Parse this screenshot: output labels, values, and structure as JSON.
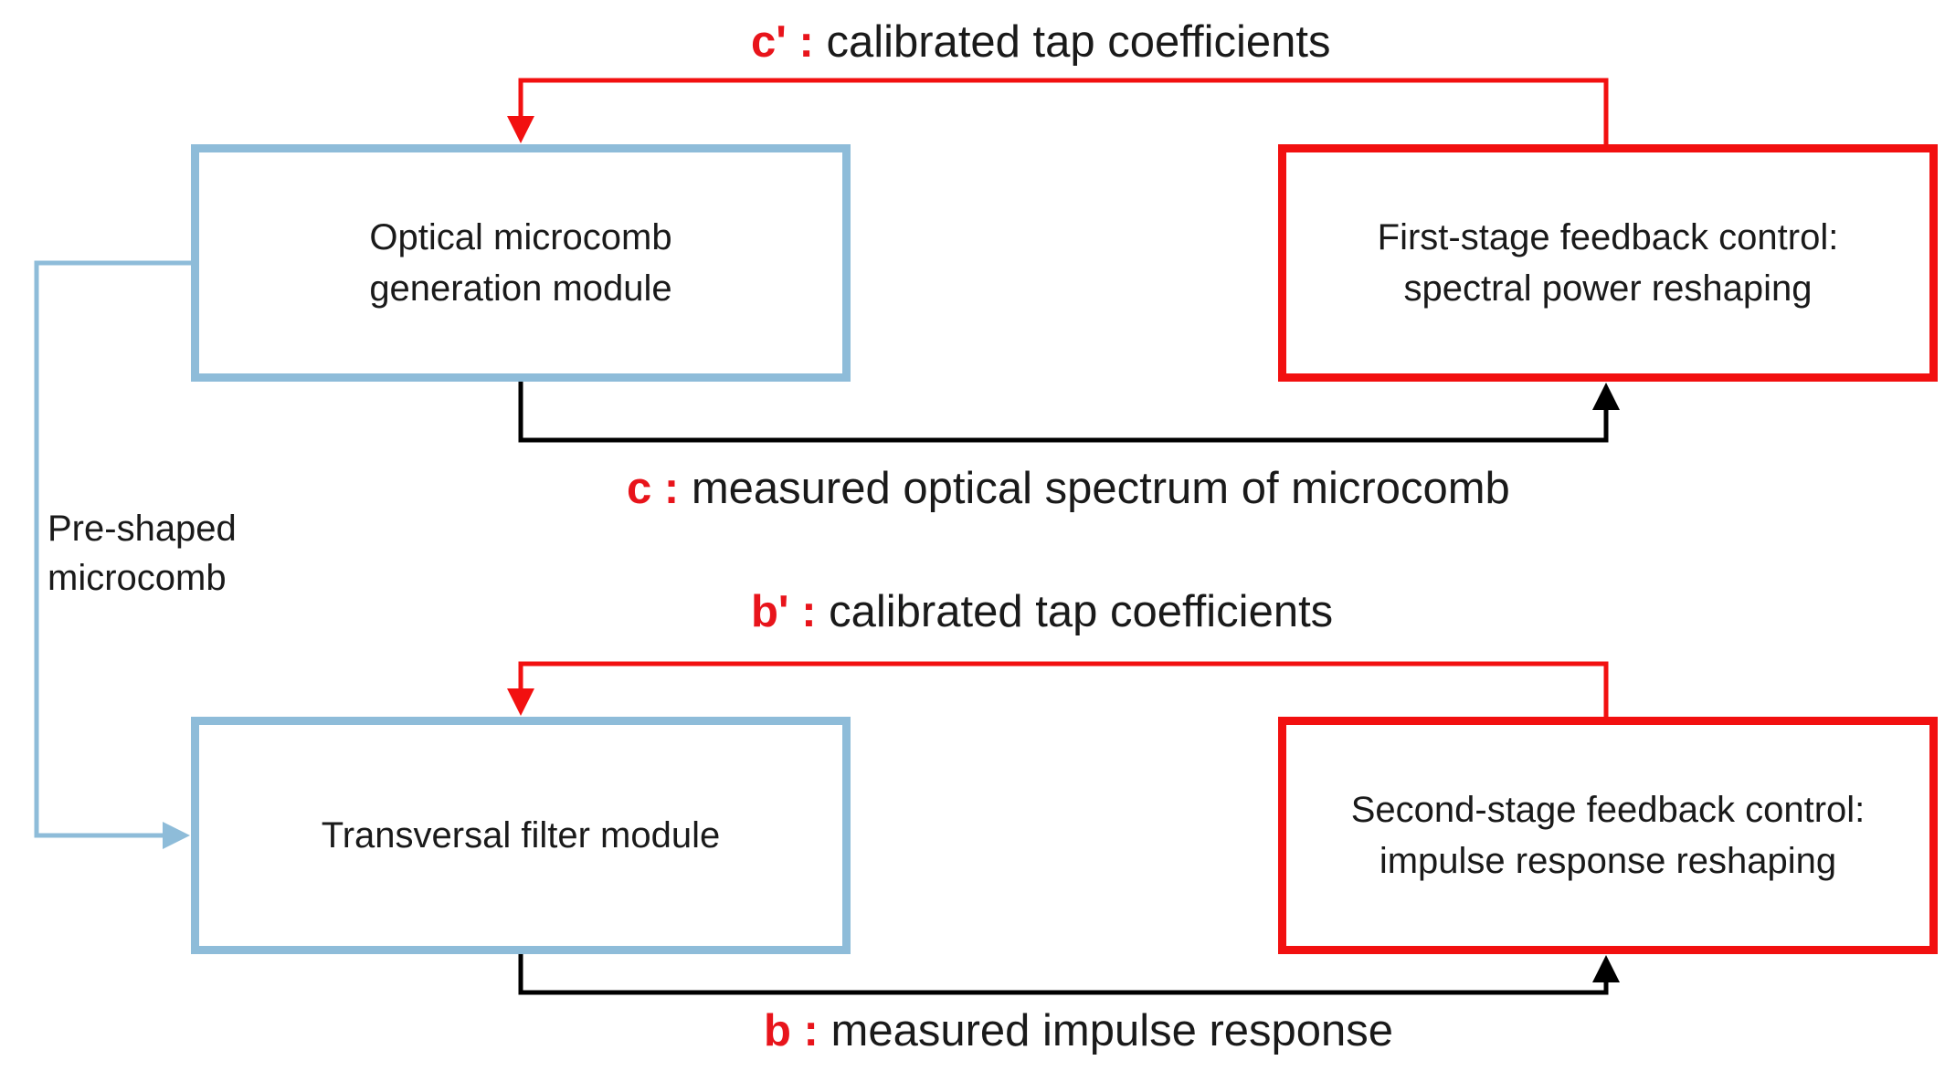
{
  "boxes": {
    "optical": {
      "line1": "Optical microcomb",
      "line2": "generation module"
    },
    "first_stage": {
      "line1": "First-stage feedback control:",
      "line2": "spectral power reshaping"
    },
    "transversal": {
      "line1": "Transversal filter module"
    },
    "second_stage": {
      "line1": "Second-stage feedback control:",
      "line2": "impulse response reshaping"
    }
  },
  "arrows": {
    "c_prime": {
      "tag": "c' :",
      "text": "calibrated tap coefficients"
    },
    "c": {
      "tag": "c :",
      "text": "measured optical spectrum of microcomb"
    },
    "b_prime": {
      "tag": "b' :",
      "text": "calibrated tap coefficients"
    },
    "b": {
      "tag": "b :",
      "text": "measured impulse response"
    }
  },
  "side_label": {
    "line1": "Pre-shaped",
    "line2": "microcomb"
  },
  "colors": {
    "module_border": "#8ebcd9",
    "feedback_border": "#f21010",
    "feedback_arrow": "#f21010",
    "measurement_arrow": "#000000",
    "preshaped_arrow": "#8ebcd9",
    "tag_text": "#e8141b"
  }
}
